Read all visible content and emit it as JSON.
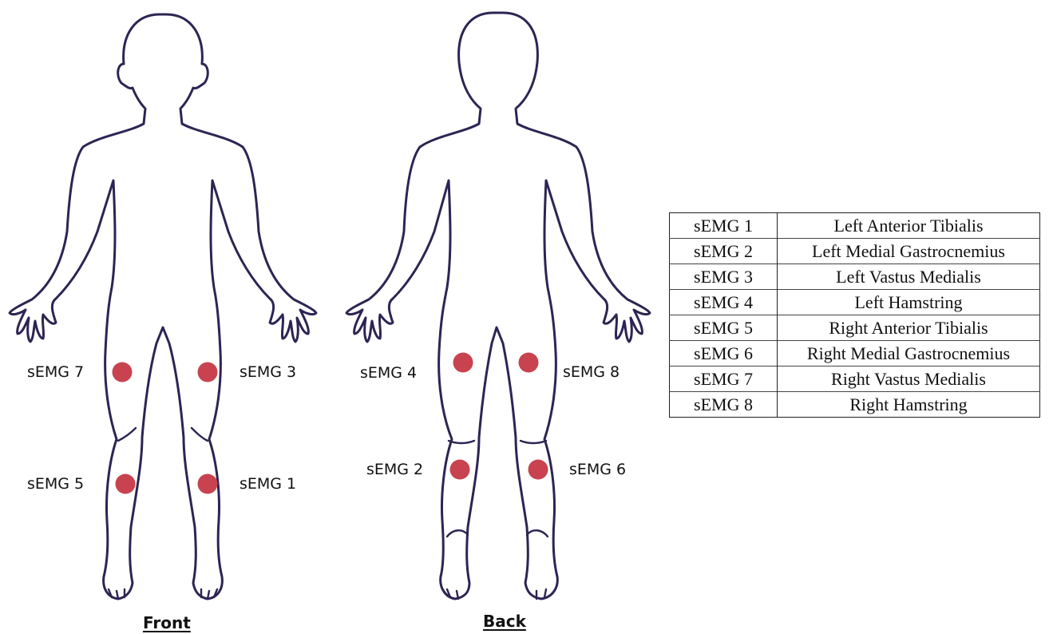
{
  "views": {
    "front": {
      "caption": "Front"
    },
    "back": {
      "caption": "Back"
    }
  },
  "sensors": {
    "front": [
      {
        "id": "semg7",
        "label": "sEMG 7",
        "side": "left-of-dot"
      },
      {
        "id": "semg3",
        "label": "sEMG 3",
        "side": "right-of-dot"
      },
      {
        "id": "semg5",
        "label": "sEMG 5",
        "side": "left-of-dot"
      },
      {
        "id": "semg1",
        "label": "sEMG 1",
        "side": "right-of-dot"
      }
    ],
    "back": [
      {
        "id": "semg4",
        "label": "sEMG 4",
        "side": "left-of-dot"
      },
      {
        "id": "semg8",
        "label": "sEMG 8",
        "side": "right-of-dot"
      },
      {
        "id": "semg2",
        "label": "sEMG 2",
        "side": "left-of-dot"
      },
      {
        "id": "semg6",
        "label": "sEMG 6",
        "side": "right-of-dot"
      }
    ]
  },
  "legend": {
    "rows": [
      {
        "sensor": "sEMG 1",
        "muscle": "Left Anterior Tibialis"
      },
      {
        "sensor": "sEMG 2",
        "muscle": "Left Medial Gastrocnemius"
      },
      {
        "sensor": "sEMG 3",
        "muscle": "Left Vastus Medialis"
      },
      {
        "sensor": "sEMG 4",
        "muscle": "Left Hamstring"
      },
      {
        "sensor": "sEMG 5",
        "muscle": "Right Anterior Tibialis"
      },
      {
        "sensor": "sEMG 6",
        "muscle": "Right Medial Gastrocnemius"
      },
      {
        "sensor": "sEMG 7",
        "muscle": "Right Vastus Medialis"
      },
      {
        "sensor": "sEMG 8",
        "muscle": "Right Hamstring"
      }
    ]
  },
  "colors": {
    "outline": "#2e2453",
    "sensor_dot": "#c8434f"
  }
}
